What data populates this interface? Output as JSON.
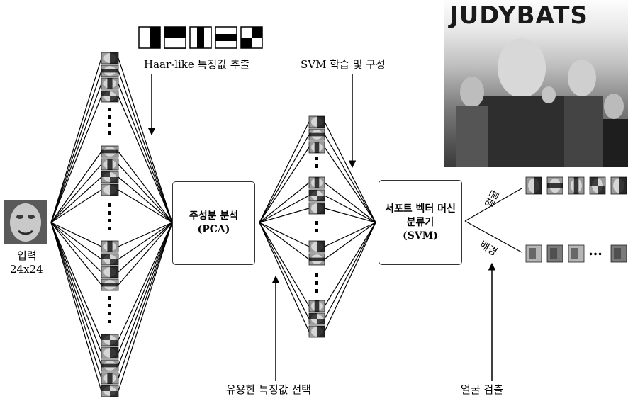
{
  "haar_label": "Haar-like 특징값 추출",
  "svm_train_label": "SVM 학습 및 구성",
  "input_label_line1": "입력",
  "input_label_line2": "24x24",
  "pca_box": {
    "line1": "주성분 분석",
    "line2": "(PCA)"
  },
  "svm_box": {
    "line1": "서포트 벡터 머신",
    "line2": "분류기",
    "line3": "(SVM)"
  },
  "face_branch_label": "얼굴",
  "background_branch_label": "배경",
  "feature_select_label": "유용한 특징값 선택",
  "face_detect_label": "얼굴 검출",
  "photo_title": "JUDYBATS",
  "ellipsis": "…"
}
